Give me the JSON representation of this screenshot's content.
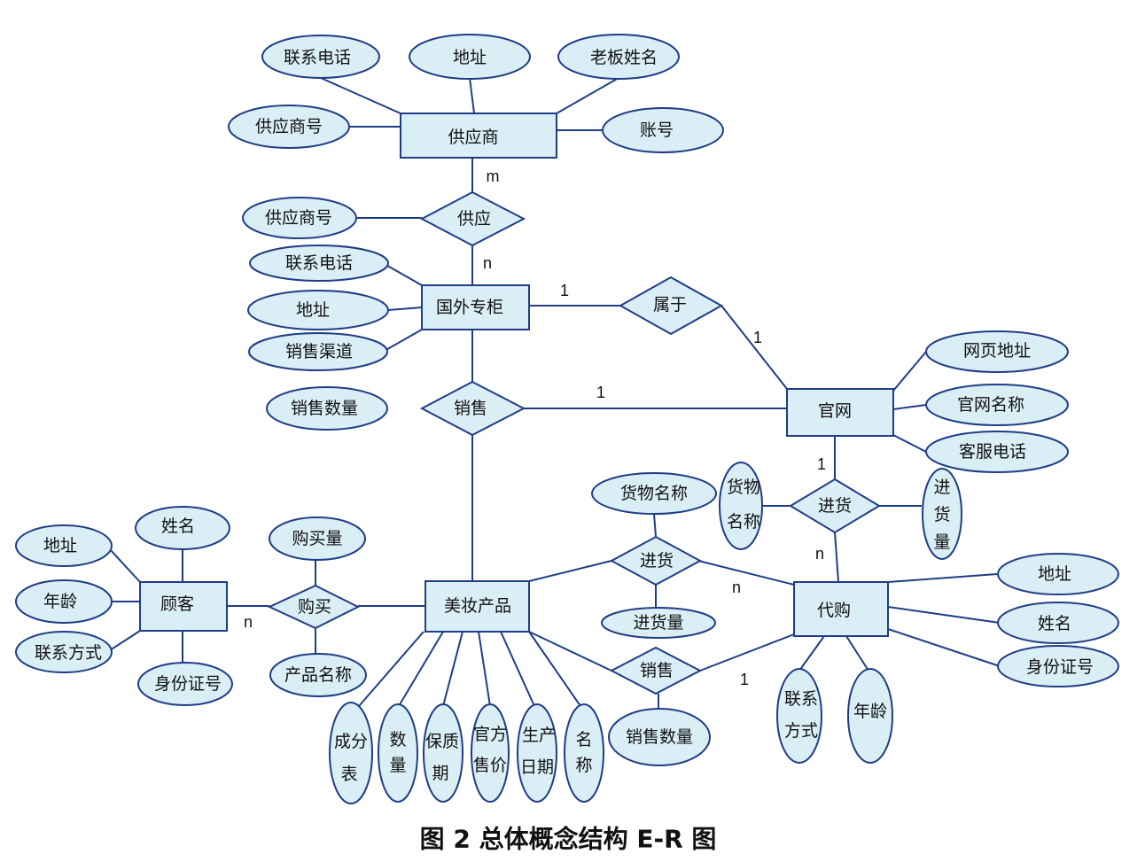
{
  "caption": "图 2 总体概念结构 E-R 图",
  "entities": {
    "supplier": "供应商",
    "counter": "国外专柜",
    "site": "官网",
    "customer": "顾客",
    "product": "美妆产品",
    "agent": "代购"
  },
  "relationships": {
    "supply": "供应",
    "belong": "属于",
    "sale_top": "销售",
    "stock_top": "进货",
    "purchase": "购买",
    "stock_mid": "进货",
    "sale_mid": "销售"
  },
  "attributes": {
    "sup_phone": "联系电话",
    "sup_addr": "地址",
    "sup_boss": "老板姓名",
    "sup_no": "供应商号",
    "sup_acct": "账号",
    "supply_no": "供应商号",
    "ctr_phone": "联系电话",
    "ctr_addr": "地址",
    "ctr_channel": "销售渠道",
    "sale_qty_top": "销售数量",
    "web_url": "网页地址",
    "web_name": "官网名称",
    "web_service": "客服电话",
    "goods_name_a": "货物",
    "goods_name_b": "名称",
    "stock_qty_a": "进",
    "stock_qty_b": "货",
    "stock_qty_c": "量",
    "goods_name_mid": "货物名称",
    "buy_qty": "购买量",
    "cust_name": "姓名",
    "cust_addr": "地址",
    "cust_age": "年龄",
    "cust_contact": "联系方式",
    "cust_id": "身份证号",
    "prod_name_buy": "产品名称",
    "stock_qty_mid": "进货量",
    "sale_qty_mid": "销售数量",
    "agent_addr": "地址",
    "agent_name": "姓名",
    "agent_id": "身份证号",
    "agent_contact_a": "联系",
    "agent_contact_b": "方式",
    "agent_age": "年龄",
    "ingr_a": "成分",
    "ingr_b": "表",
    "qty_a": "数",
    "qty_b": "量",
    "shelf_a": "保质",
    "shelf_b": "期",
    "price_a": "官方",
    "price_b": "售价",
    "date_a": "生产",
    "date_b": "日期",
    "pname_a": "名",
    "pname_b": "称"
  },
  "cardinalities": {
    "m_supply": "m",
    "n_supply": "n",
    "one_belong_counter": "1",
    "one_belong_site": "1",
    "one_sale_site": "1",
    "one_stock_site": "1",
    "n_stock_agent": "n",
    "n_purchase": "n",
    "n_stock_mid": "n",
    "one_sale_mid": "1"
  }
}
